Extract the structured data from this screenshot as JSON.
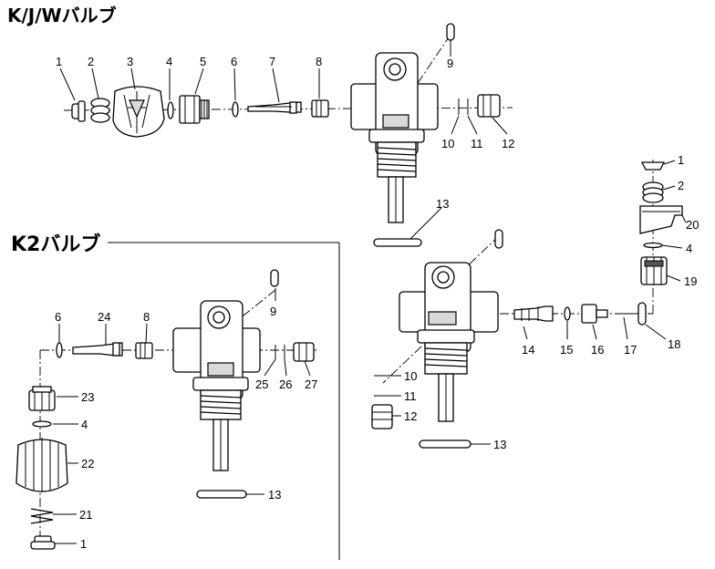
{
  "titles": {
    "kjw_valve": "K/J/Wバルブ",
    "k2_valve": "K2バルブ"
  },
  "part_numbers": {
    "kjw": [
      "1",
      "2",
      "3",
      "4",
      "5",
      "6",
      "7",
      "8",
      "9",
      "10",
      "11",
      "12",
      "13"
    ],
    "k2": [
      "6",
      "24",
      "8",
      "9",
      "25",
      "26",
      "27",
      "23",
      "4",
      "22",
      "21",
      "1",
      "13"
    ],
    "k_side": [
      "1",
      "2",
      "20",
      "4",
      "19",
      "14",
      "15",
      "16",
      "17",
      "18",
      "10",
      "11",
      "12",
      "13"
    ]
  }
}
